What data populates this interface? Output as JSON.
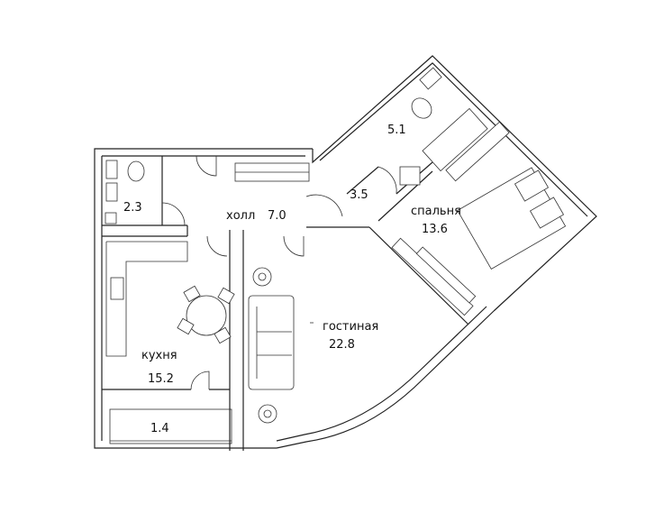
{
  "rooms": {
    "bathroom_small": {
      "area": "2.3"
    },
    "hall": {
      "name": "холл",
      "area": "7.0"
    },
    "corridor": {
      "area": "3.5"
    },
    "bathroom": {
      "area": "5.1"
    },
    "bedroom": {
      "name": "спальня",
      "area": "13.6"
    },
    "living": {
      "name": "гостиная",
      "area": "22.8"
    },
    "kitchen": {
      "name": "кухня",
      "area": "15.2"
    },
    "balcony": {
      "area": "1.4"
    }
  }
}
